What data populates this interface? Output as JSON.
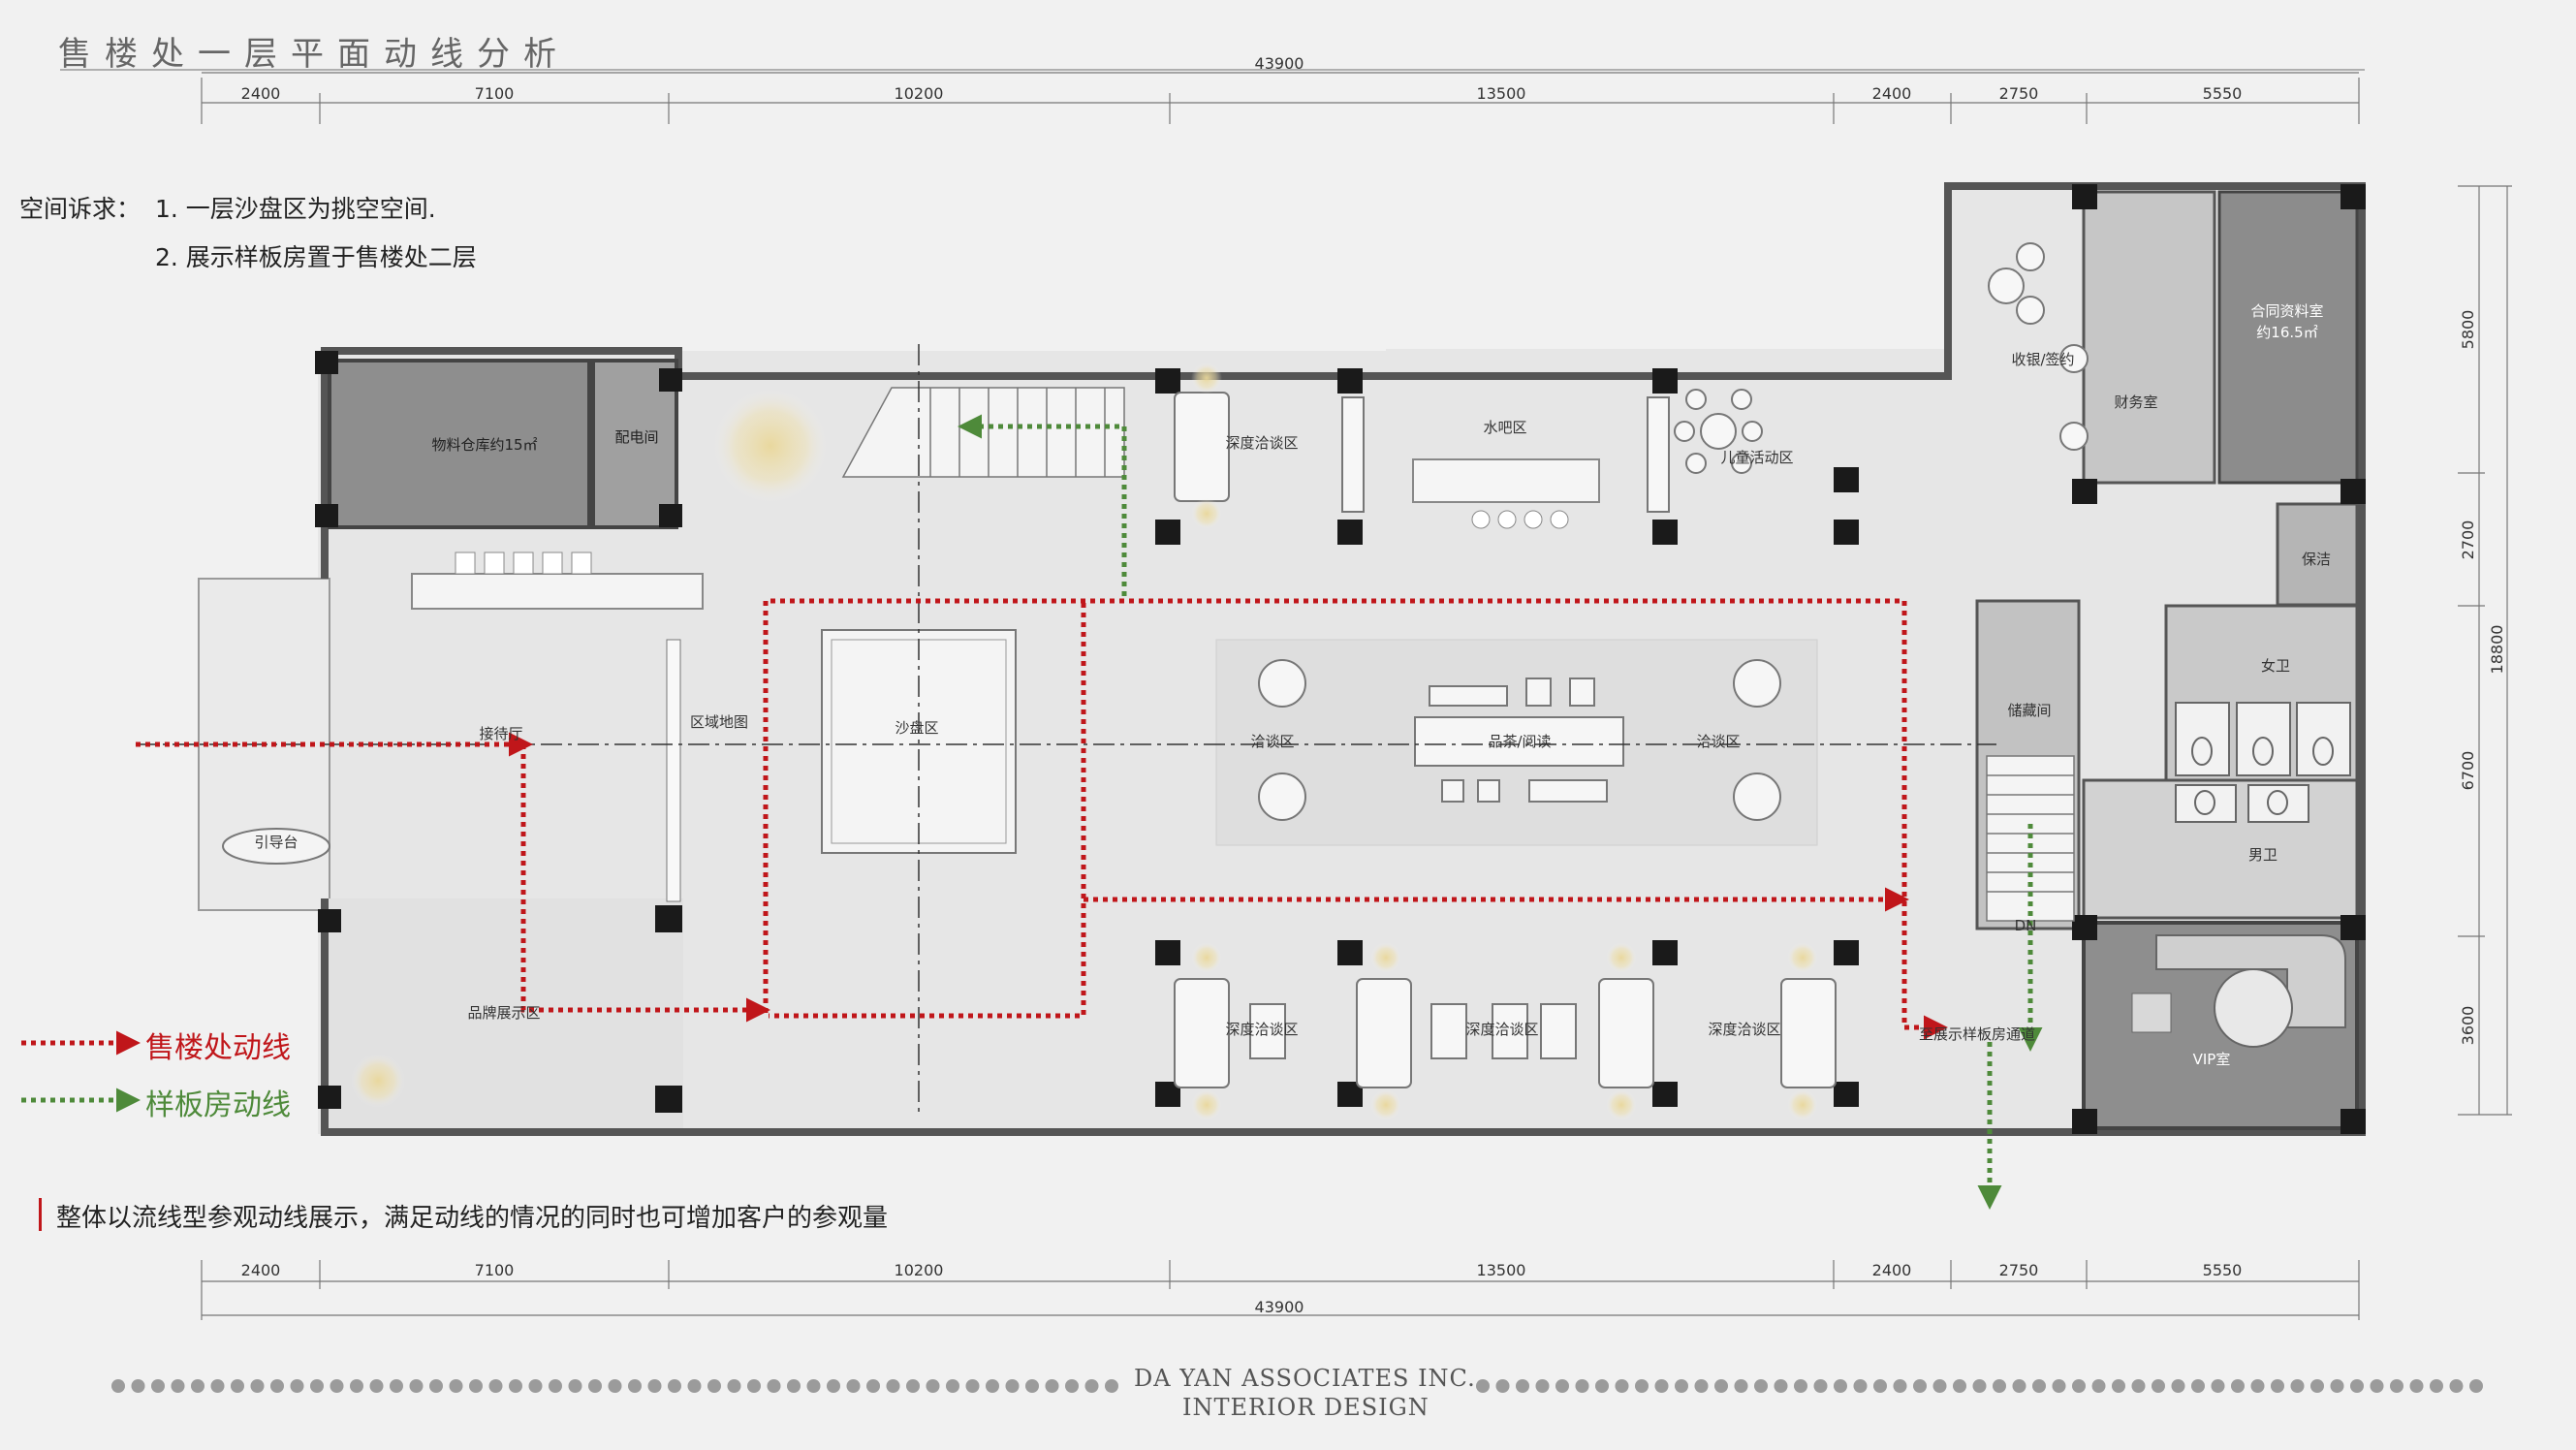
{
  "title": "售楼处一层平面动线分析",
  "requirements": {
    "label": "空间诉求：",
    "items": [
      "1. 一层沙盘区为挑空空间.",
      "2. 展示样板房置于售楼处二层"
    ]
  },
  "dimensions": {
    "total": "43900",
    "segments": [
      "2400",
      "7100",
      "10200",
      "13500",
      "2400",
      "2750",
      "5550"
    ],
    "total_vertical": "18800",
    "vertical_segments": [
      "5800",
      "2700",
      "6700",
      "3600"
    ]
  },
  "rooms": {
    "storage": "物料仓库约15㎡",
    "power": "配电间",
    "reception": "接待厅",
    "guide_desk": "引导台",
    "brand": "品牌展示区",
    "district_map": "区域地图",
    "sand_table": "沙盘区",
    "deep_talk_top": "深度洽谈区",
    "water_bar": "水吧区",
    "kids": "儿童活动区",
    "cashier": "收银/签约",
    "finance": "财务室",
    "contract": "合同资料室",
    "contract_area": "约16.5㎡",
    "cleaning": "保洁",
    "female_wc": "女卫",
    "male_wc": "男卫",
    "storage_room": "储藏间",
    "talk_left": "洽谈区",
    "talk_right": "洽谈区",
    "tea_area": "品茶/阅读",
    "deep_talk_b1": "深度洽谈区",
    "deep_talk_b2": "深度洽谈区",
    "deep_talk_b3": "深度洽谈区",
    "stair_passage": "至展示样板房通道",
    "vip": "VIP室",
    "dn": "DN"
  },
  "legend": {
    "sales_route": "售楼处动线",
    "showroom_route": "样板房动线"
  },
  "summary": "整体以流线型参观动线展示，满足动线的情况的同时也可增加客户的参观量",
  "firm": {
    "line1": "DA YAN ASSOCIATES INC.",
    "line2": "INTERIOR DESIGN"
  },
  "colors": {
    "sales_route": "#c0161a",
    "showroom_route": "#4e8a3a",
    "wall": "#555555",
    "column": "#1a1a1a",
    "dark_room": "#8e8e8e",
    "floor": "#e4e4e4"
  }
}
